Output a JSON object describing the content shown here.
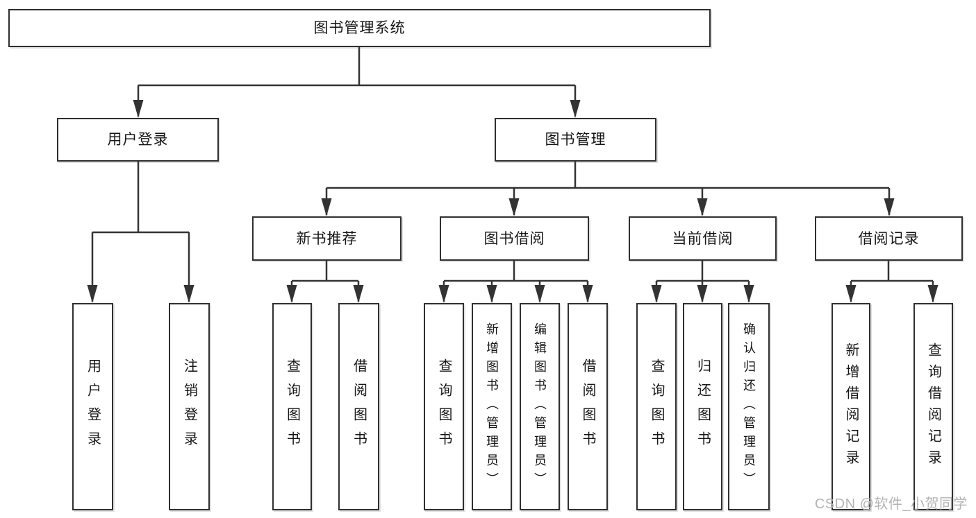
{
  "tree": {
    "root": {
      "label": "图书管理系统"
    },
    "branches": [
      {
        "label": "用户登录",
        "children": [
          {
            "label": "用户登录"
          },
          {
            "label": "注销登录"
          }
        ]
      },
      {
        "label": "图书管理",
        "children": [
          {
            "label": "新书推荐",
            "children": [
              {
                "label": "查询图书"
              },
              {
                "label": "借阅图书"
              }
            ]
          },
          {
            "label": "图书借阅",
            "children": [
              {
                "label": "查询图书"
              },
              {
                "label": "新增图书（管理员）"
              },
              {
                "label": "编辑图书（管理员）"
              },
              {
                "label": "借阅图书"
              }
            ]
          },
          {
            "label": "当前借阅",
            "children": [
              {
                "label": "查询图书"
              },
              {
                "label": "归还图书"
              },
              {
                "label": "确认归还（管理员）"
              }
            ]
          },
          {
            "label": "借阅记录",
            "children": [
              {
                "label": "新增借阅记录"
              },
              {
                "label": "查询借阅记录"
              }
            ]
          }
        ]
      }
    ]
  },
  "line_color": "#333333",
  "watermark": "CSDN @软件_小贺同学"
}
